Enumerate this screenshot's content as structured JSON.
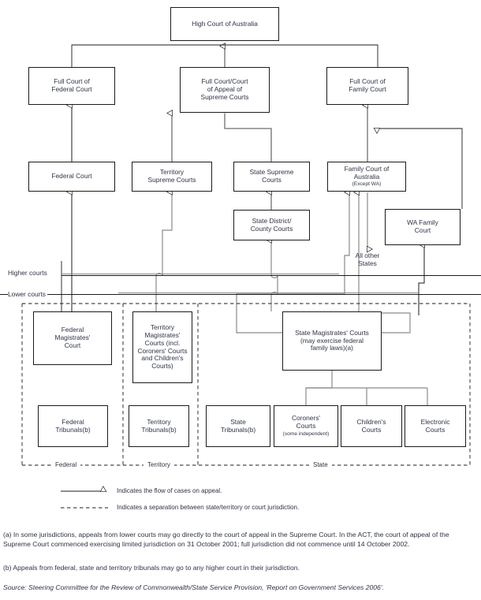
{
  "diagram": {
    "title": "Australian court system hierarchy",
    "colors": {
      "text": "#2f3448",
      "box_border": "#1b1b1b",
      "connector_dark": "#1b1b1b",
      "connector_grey": "#808080",
      "background": "#ffffff"
    },
    "nodes": [
      {
        "id": "high-court",
        "label": "High Court of Australia",
        "sub": ""
      },
      {
        "id": "full-court-federal",
        "label": "Full Court of\nFederal Court",
        "sub": ""
      },
      {
        "id": "full-court-supreme",
        "label": "Full Court/Court\nof Appeal of\nSupreme Courts",
        "sub": ""
      },
      {
        "id": "full-court-family",
        "label": "Full Court of\nFamily Court",
        "sub": ""
      },
      {
        "id": "federal-court",
        "label": "Federal Court",
        "sub": ""
      },
      {
        "id": "territory-supreme-courts",
        "label": "Territory\nSupreme Courts",
        "sub": ""
      },
      {
        "id": "state-supreme-courts",
        "label": "State Supreme\nCourts",
        "sub": ""
      },
      {
        "id": "family-court-australia",
        "label": "Family Court of\nAustralia",
        "sub": "(Except WA)"
      },
      {
        "id": "state-district-county-courts",
        "label": "State District/\nCounty Courts",
        "sub": ""
      },
      {
        "id": "wa-family-court",
        "label": "WA Family\nCourt",
        "sub": ""
      },
      {
        "id": "federal-magistrates-court",
        "label": "Federal\nMagistrates'\nCourt",
        "sub": ""
      },
      {
        "id": "territory-magistrates-courts",
        "label": "Territory\nMagistrates'\nCourts (incl.\nCoroners' Courts\nand Children's\nCourts)",
        "sub": ""
      },
      {
        "id": "state-magistrates-courts",
        "label": "State Magistrates' Courts\n(may exercise federal\nfamily laws)(a)",
        "sub": ""
      },
      {
        "id": "federal-tribunals",
        "label": "Federal\nTribunals(b)",
        "sub": ""
      },
      {
        "id": "territory-tribunals",
        "label": "Territory\nTribunals(b)",
        "sub": ""
      },
      {
        "id": "state-tribunals",
        "label": "State\nTribunals(b)",
        "sub": ""
      },
      {
        "id": "coroners-courts",
        "label": "Coroners'\nCourts",
        "sub": "(some independent)"
      },
      {
        "id": "childrens-courts",
        "label": "Children's\nCourts",
        "sub": ""
      },
      {
        "id": "electronic-courts",
        "label": "Electronic\nCourts",
        "sub": ""
      }
    ],
    "free_labels": [
      {
        "id": "all-other-states",
        "text": "All other\nStates"
      }
    ],
    "band_labels": [
      {
        "id": "higher-courts",
        "text": "Higher courts"
      },
      {
        "id": "lower-courts",
        "text": "Lower courts"
      }
    ],
    "jurisdiction_labels": [
      {
        "id": "federal",
        "text": "Federal"
      },
      {
        "id": "territory",
        "text": "Territory"
      },
      {
        "id": "state",
        "text": "State"
      }
    ],
    "legend": [
      {
        "id": "appeal-flow",
        "marker": "arrow",
        "text": "Indicates the flow of cases on appeal."
      },
      {
        "id": "jurisdiction-separation",
        "marker": "dashed",
        "text": "Indicates a separation between state/territory or court jurisdiction."
      }
    ],
    "notes": {
      "a": "(a) In some jurisdictions, appeals from lower courts may go directly to the court of appeal in the Supreme Court. In the ACT, the court of appeal of the Supreme Court commenced exercising limited jurisdiction on 31 October 2001; full jurisdiction did not commence until 14 October 2002.",
      "b": "(b) Appeals from federal, state and territory tribunals may go to any higher court in their jurisdiction."
    },
    "source": "Source: Steering Committee for the Review of Commonwealth/State Service Provision, 'Report on Government Services 2006'."
  }
}
